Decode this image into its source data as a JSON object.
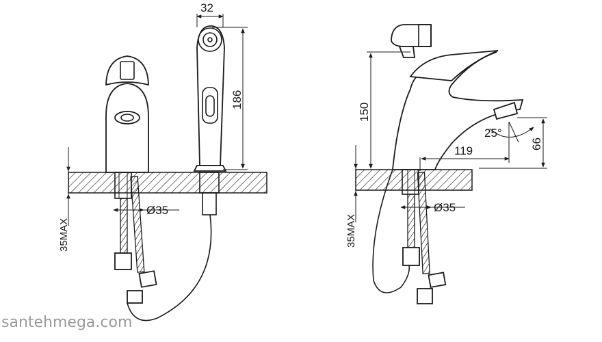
{
  "front_view": {
    "dim_handshower_width": "32",
    "dim_handshower_height": "186",
    "dim_hole_diameter": "Ø35",
    "dim_counter_thickness": "35MAX"
  },
  "side_view": {
    "dim_spout_height": "150",
    "dim_spout_reach": "119",
    "dim_outlet_height": "66",
    "dim_angle": "25°",
    "dim_hole_diameter": "Ø35",
    "dim_counter_thickness": "35MAX"
  },
  "watermark": "santehmega.com"
}
